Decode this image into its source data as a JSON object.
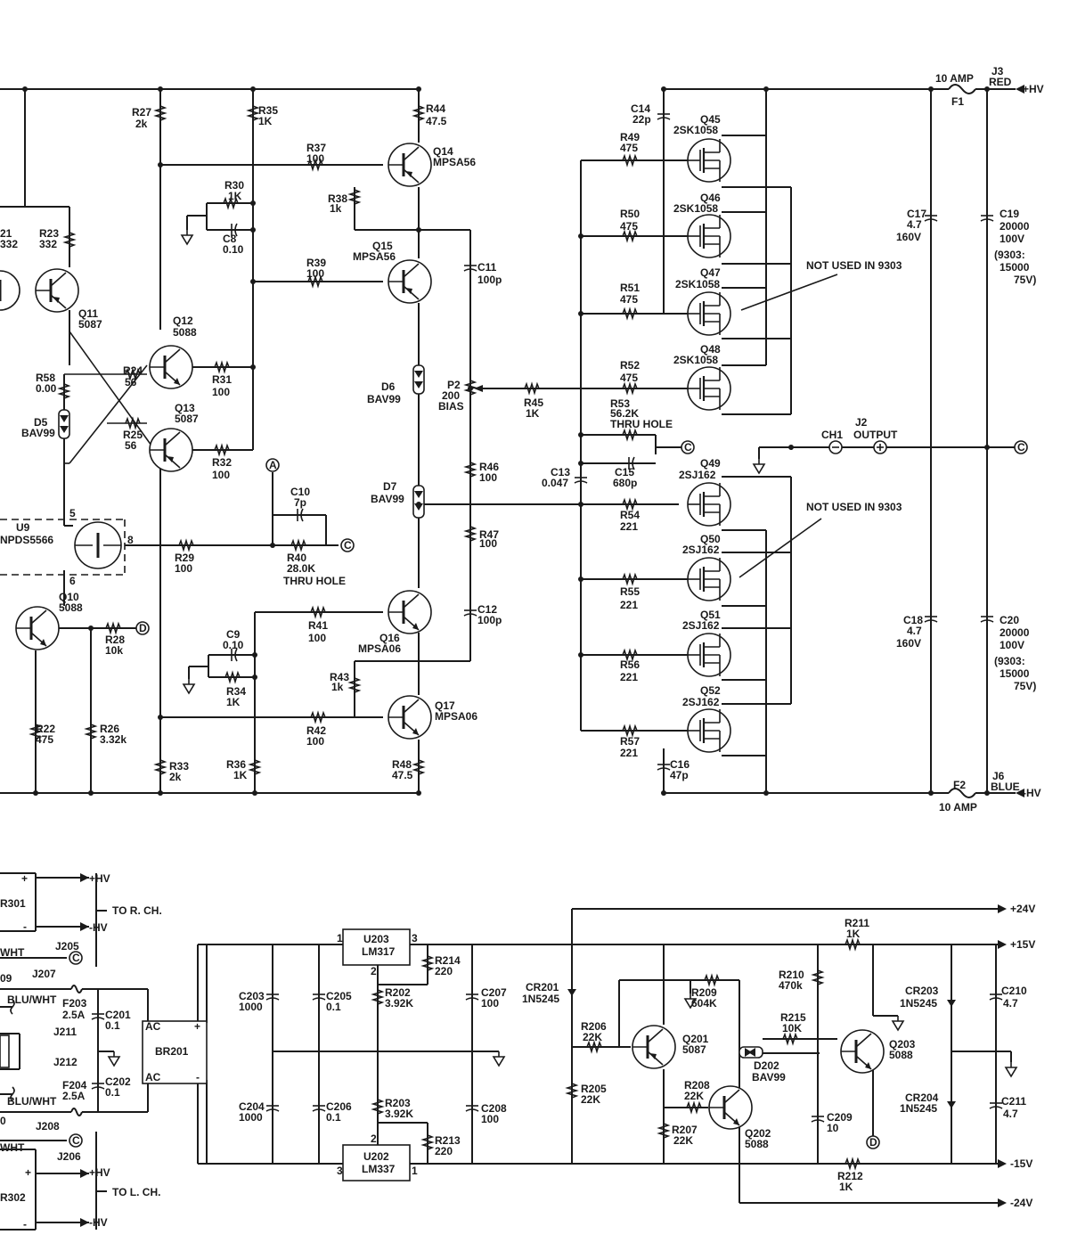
{
  "power_rails": {
    "hv_pos": "+HV",
    "hv_neg": "-HV",
    "v24p": "+24V",
    "v15p": "+15V",
    "v15n": "-15V",
    "v24n": "-24V"
  },
  "fuses": {
    "f1": {
      "rating": "10 AMP",
      "ref": "F1"
    },
    "f2": {
      "ref": "F2",
      "rating": "10 AMP"
    }
  },
  "jacks": {
    "j3": {
      "ref": "J3",
      "color": "RED"
    },
    "j6": {
      "ref": "J6",
      "color": "BLUE"
    },
    "j2": {
      "ref": "J2",
      "name": "OUTPUT"
    },
    "ch1": "CH1"
  },
  "notes": {
    "not_used_1": "NOT USED IN 9303",
    "not_used_2": "NOT USED IN 9303"
  },
  "caps": {
    "c17": {
      "ref": "C17",
      "v1": "4.7",
      "v2": "160V"
    },
    "c18": {
      "ref": "C18",
      "v1": "4.7",
      "v2": "160V"
    },
    "c19": {
      "ref": "C19",
      "v1": "20000",
      "v2": "100V",
      "n1": "(9303:",
      "n2": "15000",
      "n3": "75V)"
    },
    "c20": {
      "ref": "C20",
      "v1": "20000",
      "v2": "100V",
      "n1": "(9303:",
      "n2": "15000",
      "n3": "75V)"
    },
    "c14": {
      "ref": "C14",
      "val": "22p"
    },
    "c16": {
      "ref": "C16",
      "val": "47p"
    },
    "c11": {
      "ref": "C11",
      "val": "100p"
    },
    "c12": {
      "ref": "C12",
      "val": "100p"
    },
    "c13": {
      "ref": "C13",
      "val": "0.047"
    },
    "c15": {
      "ref": "C15",
      "val": "680p"
    },
    "c8": {
      "ref": "C8",
      "val": "0.10"
    },
    "c9": {
      "ref": "C9",
      "val": "0.10"
    },
    "c10": {
      "ref": "C10",
      "val": "7p"
    },
    "c201": {
      "ref": "C201",
      "val": "0.1"
    },
    "c202": {
      "ref": "C202",
      "val": "0.1"
    },
    "c203": {
      "ref": "C203",
      "val": "1000"
    },
    "c204": {
      "ref": "C204",
      "val": "1000"
    },
    "c205": {
      "ref": "C205",
      "val": "0.1"
    },
    "c206": {
      "ref": "C206",
      "val": "0.1"
    },
    "c207": {
      "ref": "C207",
      "val": "100"
    },
    "c208": {
      "ref": "C208",
      "val": "100"
    },
    "c209": {
      "ref": "C209",
      "val": "10"
    },
    "c210": {
      "ref": "C210",
      "val": "4.7"
    },
    "c211": {
      "ref": "C211",
      "val": "4.7"
    }
  },
  "resistors": {
    "r21": {
      "ref": "21",
      "val": "332"
    },
    "r23": {
      "ref": "R23",
      "val": "332"
    },
    "r27": {
      "ref": "R27",
      "val": "2k"
    },
    "r35": {
      "ref": "R35",
      "val": "1K"
    },
    "r44": {
      "ref": "R44",
      "val": "47.5"
    },
    "r37": {
      "ref": "R37",
      "val": "100"
    },
    "r38": {
      "ref": "R38",
      "val": "1k"
    },
    "r30": {
      "ref": "R30",
      "val": "1K"
    },
    "r39": {
      "ref": "R39",
      "val": "100"
    },
    "r58": {
      "ref": "R58",
      "val": "0.00"
    },
    "r24": {
      "ref": "R24",
      "val": "56"
    },
    "r25": {
      "ref": "R25",
      "val": "56"
    },
    "r31": {
      "ref": "R31",
      "val": "100"
    },
    "r32": {
      "ref": "R32",
      "val": "100"
    },
    "r29": {
      "ref": "R29",
      "val": "100"
    },
    "r40": {
      "ref": "R40",
      "val": "28.0K",
      "note": "THRU HOLE"
    },
    "r28": {
      "ref": "R28",
      "val": "10k"
    },
    "r22": {
      "ref": "R22",
      "val": "475"
    },
    "r26": {
      "ref": "R26",
      "val": "3.32k"
    },
    "r33": {
      "ref": "R33",
      "val": "2k"
    },
    "r36": {
      "ref": "R36",
      "val": "1K"
    },
    "r48": {
      "ref": "R48",
      "val": "47.5"
    },
    "r41": {
      "ref": "R41",
      "val": "100"
    },
    "r34": {
      "ref": "R34",
      "val": "1K"
    },
    "r43": {
      "ref": "R43",
      "val": "1k"
    },
    "r42": {
      "ref": "R42",
      "val": "100"
    },
    "r46": {
      "ref": "R46",
      "val": "100"
    },
    "r47": {
      "ref": "R47",
      "val": "100"
    },
    "r45": {
      "ref": "R45",
      "val": "1K"
    },
    "r49": {
      "ref": "R49",
      "val": "475"
    },
    "r50": {
      "ref": "R50",
      "val": "475"
    },
    "r51": {
      "ref": "R51",
      "val": "475"
    },
    "r52": {
      "ref": "R52",
      "val": "475"
    },
    "r53": {
      "ref": "R53",
      "val": "56.2K",
      "note": "THRU HOLE"
    },
    "r54": {
      "ref": "R54",
      "val": "221"
    },
    "r55": {
      "ref": "R55",
      "val": "221"
    },
    "r56": {
      "ref": "R56",
      "val": "221"
    },
    "r57": {
      "ref": "R57",
      "val": "221"
    },
    "r202": {
      "ref": "R202",
      "val": "3.92K"
    },
    "r203": {
      "ref": "R203",
      "val": "3.92K"
    },
    "r214": {
      "ref": "R214",
      "val": "220"
    },
    "r213": {
      "ref": "R213",
      "val": "220"
    },
    "r211": {
      "ref": "R211",
      "val": "1K"
    },
    "r212": {
      "ref": "R212",
      "val": "1K"
    },
    "r210": {
      "ref": "R210",
      "val": "470k"
    },
    "r209": {
      "ref": "R209",
      "val": "604K"
    },
    "r206": {
      "ref": "R206",
      "val": "22K"
    },
    "r205": {
      "ref": "R205",
      "val": "22K"
    },
    "r208": {
      "ref": "R208",
      "val": "22K"
    },
    "r207": {
      "ref": "R207",
      "val": "22K"
    },
    "r215": {
      "ref": "R215",
      "val": "10K"
    }
  },
  "pot": {
    "ref": "P2",
    "val": "200",
    "name": "BIAS"
  },
  "transistors": {
    "q11": {
      "ref": "Q11",
      "part": "5087"
    },
    "q12": {
      "ref": "Q12",
      "part": "5088"
    },
    "q13": {
      "ref": "Q13",
      "part": "5087"
    },
    "q10": {
      "ref": "Q10",
      "part": "5088"
    },
    "q14": {
      "ref": "Q14",
      "part": "MPSA56"
    },
    "q15": {
      "ref": "Q15",
      "part": "MPSA56"
    },
    "q16": {
      "ref": "Q16",
      "part": "MPSA06"
    },
    "q17": {
      "ref": "Q17",
      "part": "MPSA06"
    },
    "q45": {
      "ref": "Q45",
      "part": "2SK1058"
    },
    "q46": {
      "ref": "Q46",
      "part": "2SK1058"
    },
    "q47": {
      "ref": "Q47",
      "part": "2SK1058"
    },
    "q48": {
      "ref": "Q48",
      "part": "2SK1058"
    },
    "q49": {
      "ref": "Q49",
      "part": "2SJ162"
    },
    "q50": {
      "ref": "Q50",
      "part": "2SJ162"
    },
    "q51": {
      "ref": "Q51",
      "part": "2SJ162"
    },
    "q52": {
      "ref": "Q52",
      "part": "2SJ162"
    },
    "q201": {
      "ref": "Q201",
      "part": "5087"
    },
    "q202": {
      "ref": "Q202",
      "part": "5088"
    },
    "q203": {
      "ref": "Q203",
      "part": "5088"
    }
  },
  "diodes": {
    "d5": {
      "ref": "D5",
      "part": "BAV99"
    },
    "d6": {
      "ref": "D6",
      "part": "BAV99"
    },
    "d7": {
      "ref": "D7",
      "part": "BAV99"
    },
    "d202": {
      "ref": "D202",
      "part": "BAV99"
    },
    "cr201": {
      "ref": "CR201",
      "part": "1N5245"
    },
    "cr203": {
      "ref": "CR203",
      "part": "1N5245"
    },
    "cr204": {
      "ref": "CR204",
      "part": "1N5245"
    }
  },
  "ics": {
    "u9": {
      "ref": "U9",
      "part": "NPDS5566",
      "pin5": "5",
      "pin6": "6",
      "pin8": "8"
    },
    "u203": {
      "ref": "U203",
      "part": "LM317",
      "pin1": "1",
      "pin3": "3",
      "pin2": "2"
    },
    "u202": {
      "ref": "U202",
      "part": "LM337",
      "pin2": "2",
      "pin3": "3",
      "pin1": "1"
    },
    "br201": {
      "ref": "BR201",
      "ac1": "AC",
      "ac2": "AC",
      "plus": "+",
      "minus": "-"
    }
  },
  "supply": {
    "br301": "R301",
    "br302": "R302",
    "to_r": "TO R. CH.",
    "to_l": "TO L. CH.",
    "j205": "J205",
    "j206": "J206",
    "j207": "J207",
    "j208": "J208",
    "j211": "J211",
    "j212": "J212",
    "f203": {
      "ref": "F203",
      "val": "2.5A"
    },
    "f204": {
      "ref": "F204",
      "val": "2.5A"
    },
    "blu_wht_1": "BLU/WHT",
    "blu_wht_2": "BLU/WHT",
    "wht_1": "WHT",
    "wht_2": "WHT",
    "frag_09": "09",
    "frag_0": "0",
    "plus1": "+",
    "minus1": "-",
    "plus2": "+",
    "minus2": "-"
  },
  "nodes": {
    "a": "A",
    "c": "C",
    "d": "D"
  }
}
